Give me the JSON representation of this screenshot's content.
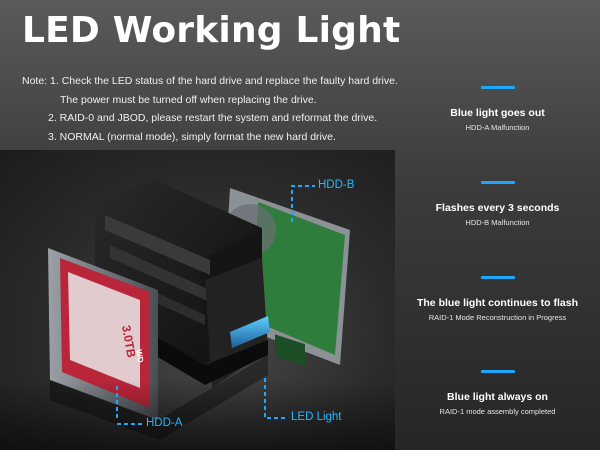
{
  "title": "LED Working Light",
  "notes": {
    "prefix": "Note:",
    "lines": [
      "1. Check the LED status of the hard drive and replace the faulty hard drive.",
      "The power must be turned off when replacing the drive.",
      "2. RAID-0 and JBOD, please restart the system and reformat the drive.",
      "3. NORMAL (normal mode), simply format the new hard drive."
    ]
  },
  "callouts": {
    "hdd_b": "HDD-B",
    "hdd_a": "HDD-A",
    "led_light": "LED Light"
  },
  "drive_label": {
    "capacity": "3.0TB",
    "brand": "WD"
  },
  "statuses": [
    {
      "title": "Blue light goes out",
      "subtitle": "HDD-A Malfunction"
    },
    {
      "title": "Flashes every 3 seconds",
      "subtitle": "HDD-B Malfunction"
    },
    {
      "title": "The blue light continues to flash",
      "subtitle": "RAID-1 Mode Reconstruction in Progress"
    },
    {
      "title": "Blue light always on",
      "subtitle": "RAID-1 mode assembly completed"
    }
  ],
  "colors": {
    "accent": "#1ea7ff",
    "drive_red": "#b9263a",
    "pcb_green": "#2f7d3c",
    "enclosure": "#1b1b1b"
  }
}
